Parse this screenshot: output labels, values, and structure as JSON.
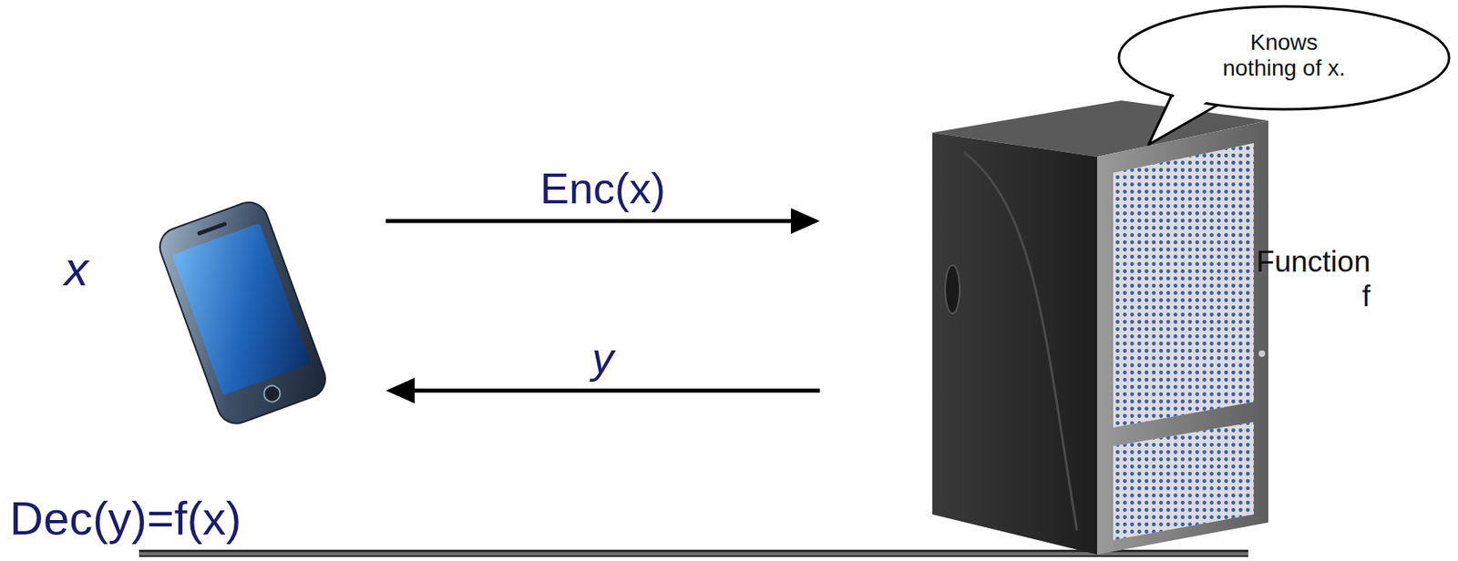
{
  "diagram": {
    "nodes": [
      {
        "text": [
          "x"
        ]
      },
      {
        "text": [
          "Function f"
        ]
      },
      {
        "text": [
          "Knows nothing of x."
        ]
      }
    ],
    "edges": [
      {
        "from": 0,
        "to": 1,
        "label": "Enc(x)",
        "arrow": "to"
      },
      {
        "from": 1,
        "to": 0,
        "label": "y",
        "arrow": "to"
      }
    ],
    "labels": [
      "Dec(y)=f(x)"
    ]
  }
}
